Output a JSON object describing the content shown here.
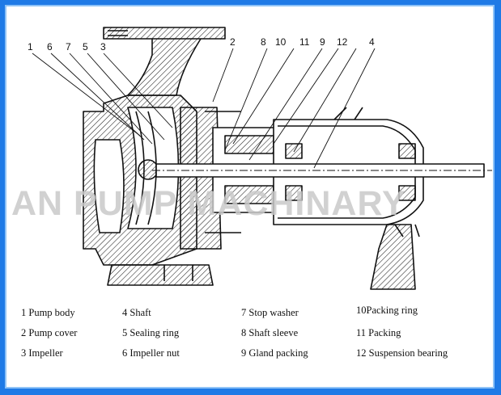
{
  "watermark": "AN PUMP MACHINARY",
  "callouts": [
    "1",
    "6",
    "7",
    "5",
    "3",
    "2",
    "8",
    "10",
    "11",
    "9",
    "12",
    "4"
  ],
  "legend": [
    "1 Pump body",
    "4 Shaft",
    "7 Stop washer",
    "10Packing ring",
    "2 Pump cover",
    "5  Sealing ring",
    "8 Shaft sleeve",
    "11 Packing",
    "3 Impeller",
    "6 Impeller nut",
    "9 Gland packing",
    "12 Suspension bearing"
  ],
  "colors": {
    "frame": "#1f7ae6",
    "ink": "#111111"
  }
}
